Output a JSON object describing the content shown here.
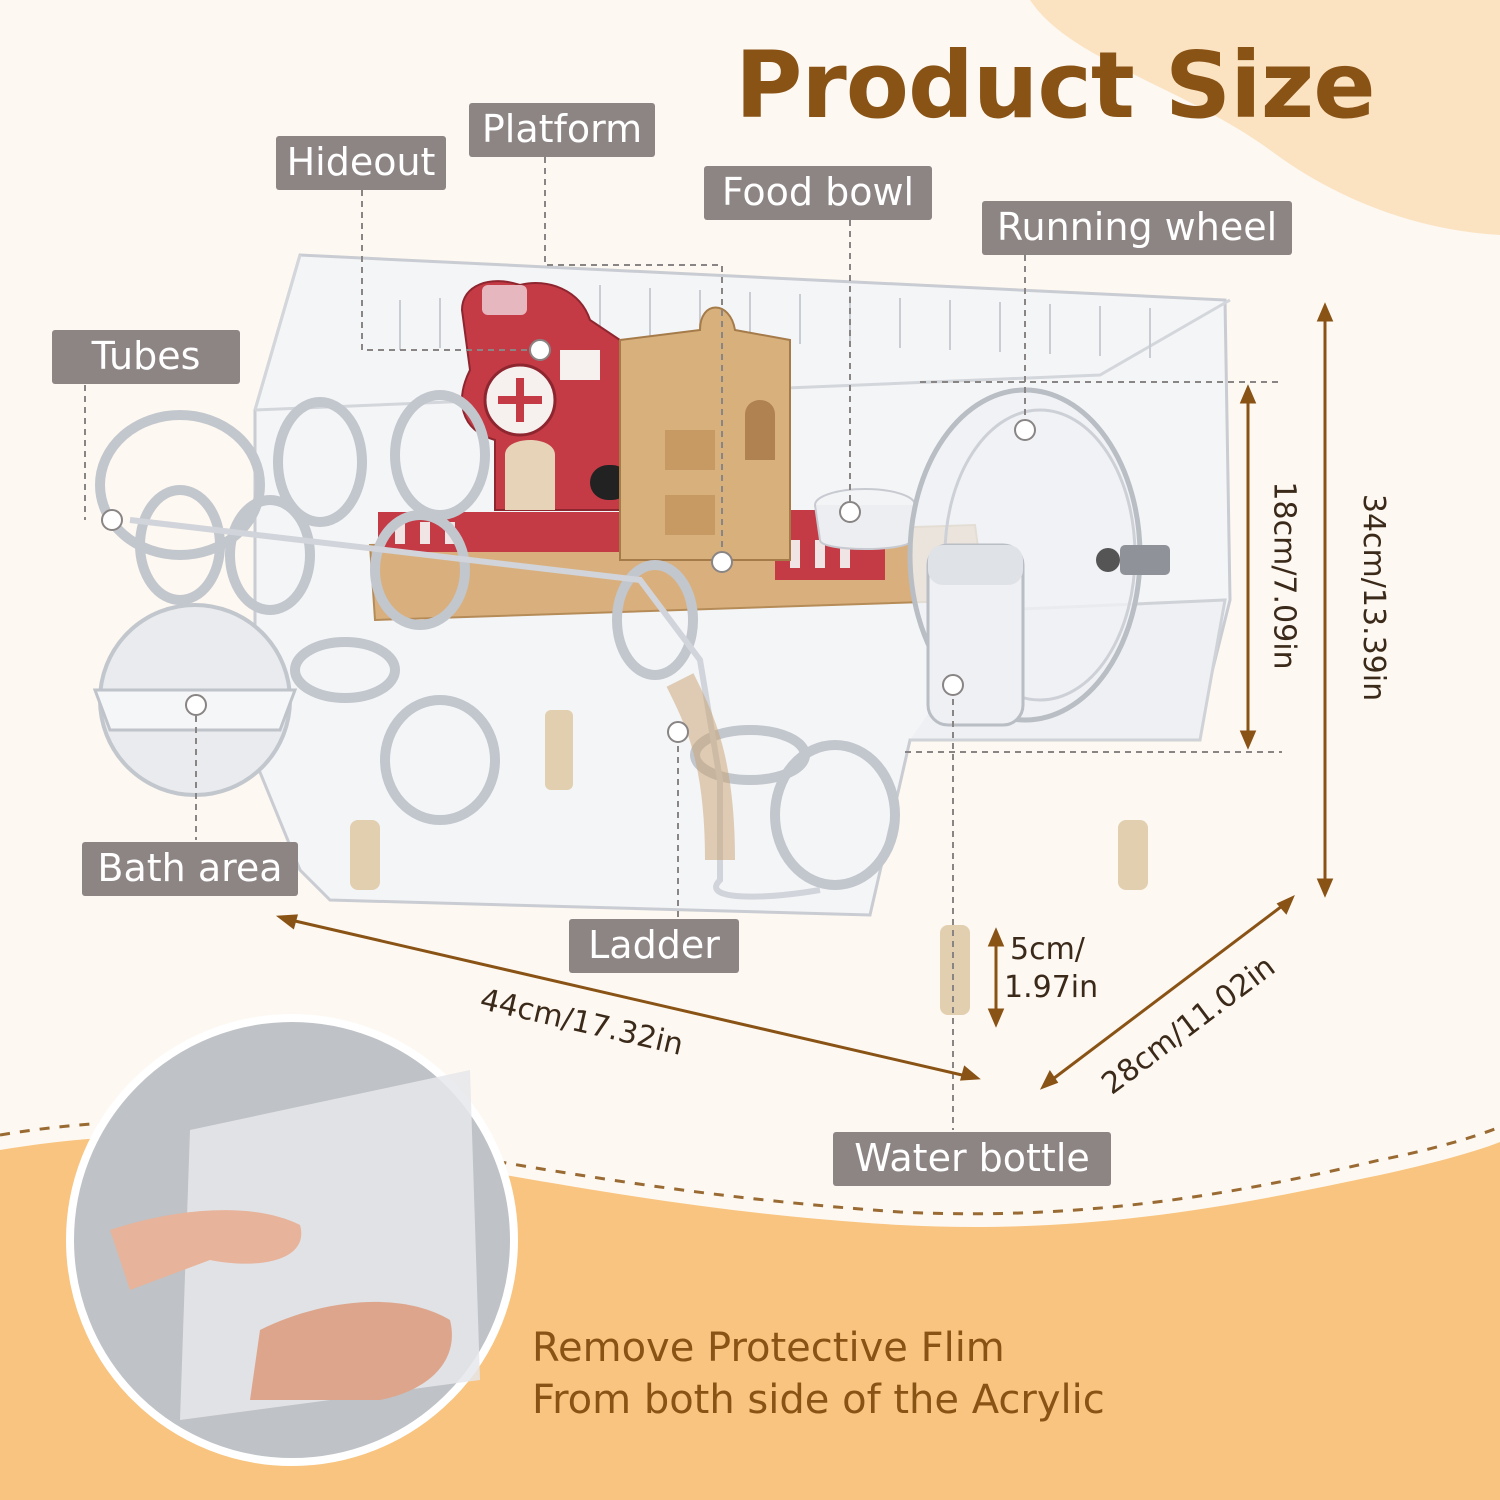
{
  "title": "Product Size",
  "labels": {
    "hideout": "Hideout",
    "platform": "Platform",
    "food_bowl": "Food bowl",
    "running_wheel": "Running wheel",
    "tubes": "Tubes",
    "bath_area": "Bath area",
    "ladder": "Ladder",
    "water_bottle": "Water bottle"
  },
  "dimensions": {
    "width": "44cm/17.32in",
    "depth": "28cm/11.02in",
    "height": "34cm/13.39in",
    "upper_height": "18cm/7.09in",
    "leg_height_line1": "5cm/",
    "leg_height_line2": "1.97in"
  },
  "note": {
    "line1": "Remove Protective Flim",
    "line2": "From both side of the Acrylic"
  },
  "colors": {
    "title": "#8a5316",
    "label_bg": "#8d8584",
    "label_text": "#ffffff",
    "dimension_line": "#8a5316",
    "accent_orange": "#f8c47f",
    "peach": "#fbe3c2",
    "house_red": "#c43a45"
  }
}
